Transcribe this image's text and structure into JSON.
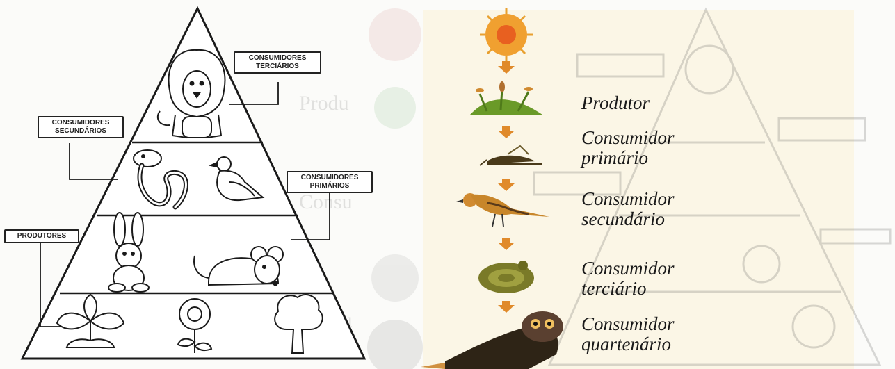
{
  "left_pyramid": {
    "labels": {
      "tertiary": "CONSUMIDORES\nTERCIÁRIOS",
      "secondary": "CONSUMIDORES\nSECUNDÁRIOS",
      "primary": "CONSUMIDORES\nPRIMÁRIOS",
      "producers": "PRODUTORES"
    },
    "icons": {
      "top": [
        "lion-icon"
      ],
      "level3": [
        "snake-icon",
        "bird-icon"
      ],
      "level2": [
        "rabbit-icon",
        "mouse-icon"
      ],
      "base": [
        "plant-icon",
        "sunflower-icon",
        "tree-icon"
      ]
    }
  },
  "food_chain": {
    "arrow_color": "#e08a2a",
    "items": [
      {
        "icon": "sun-icon",
        "label": ""
      },
      {
        "icon": "grass-icon",
        "label": "Produtor"
      },
      {
        "icon": "grasshopper-icon",
        "label": "Consumidor\nprimário"
      },
      {
        "icon": "bird-icon",
        "label": "Consumidor\nsecundário"
      },
      {
        "icon": "snake-icon",
        "label": "Consumidor\nterciário"
      },
      {
        "icon": "owl-icon",
        "label": "Consumidor\nquartenário"
      }
    ]
  },
  "colors": {
    "panel": "#fbf6e6",
    "ink": "#222222",
    "sun": "#f0a030",
    "grass": "#6a9a28",
    "snake": "#7a7a28",
    "owl": "#3a2a1a"
  }
}
